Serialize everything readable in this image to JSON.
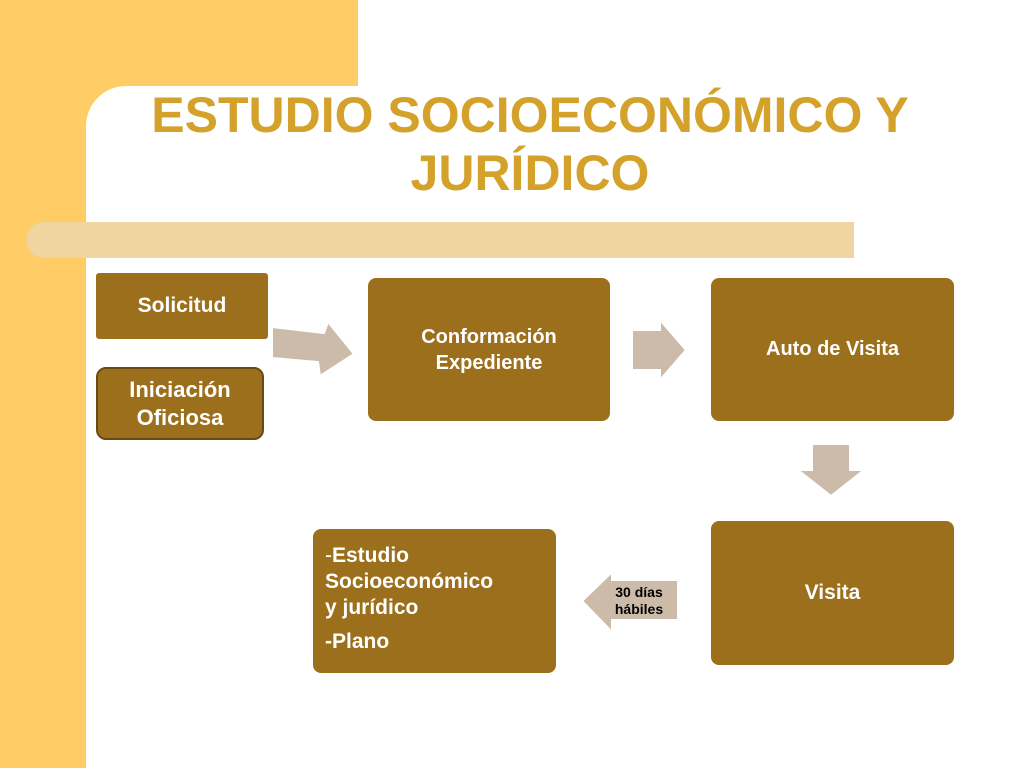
{
  "title": {
    "line1": "ESTUDIO SOCIOECONÓMICO Y",
    "line2": "JURÍDICO"
  },
  "nodes": {
    "solicitud": "Solicitud",
    "iniciacion": {
      "line1": "Iniciación",
      "line2": "Oficiosa"
    },
    "conformacion": {
      "line1": "Conformación",
      "line2": "Expediente"
    },
    "auto_visita": "Auto de Visita",
    "visita": "Visita",
    "estudio": {
      "dash": "-",
      "line1": "Estudio",
      "line2": "Socioeconómico",
      "line3": "y jurídico",
      "line4": "-Plano"
    }
  },
  "arrow_label": {
    "line1": "30 días",
    "line2": "hábiles"
  },
  "colors": {
    "background_accent": "#FFCC66",
    "title": "#D4A12A",
    "box_fill": "#9C6F1C",
    "arrow_fill": "#CDBBAA",
    "bar": "#F0D5A0"
  }
}
